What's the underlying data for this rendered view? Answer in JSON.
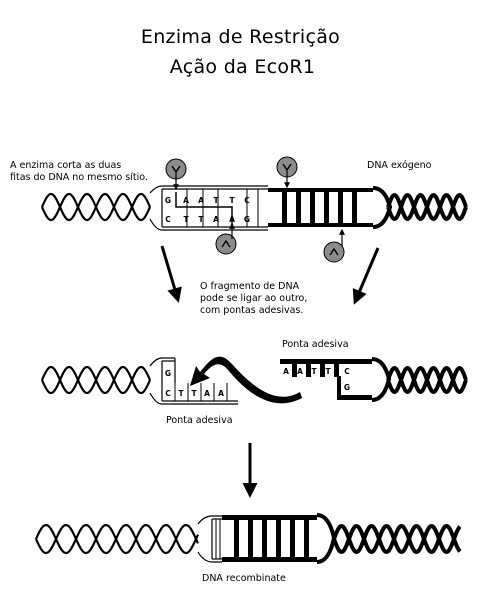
{
  "title": {
    "line1": "Enzima de Restrição",
    "line2": "Ação da EcoR1"
  },
  "captions": {
    "enzyme_cut": [
      "A enzima corta as duas",
      "fitas do DNA no mesmo sítio."
    ],
    "exogenous_dna": "DNA exógeno",
    "fragment_note": [
      "O fragmento de DNA",
      "pode se ligar ao outro,",
      "com pontas adesivas."
    ],
    "sticky_end_right": "Ponta adesiva",
    "sticky_end_left": "Ponta adesiva",
    "recombinant": "DNA recombinate"
  },
  "bases": {
    "site_top": [
      "G",
      "A",
      "A",
      "T",
      "T",
      "C"
    ],
    "site_bottom": [
      "C",
      "T",
      "T",
      "A",
      "A",
      "G"
    ],
    "left_fragment_top": [
      "G"
    ],
    "left_fragment_bottom": [
      "C",
      "T",
      "T",
      "A",
      "A"
    ],
    "right_fragment_top": [
      "A",
      "A",
      "T",
      "T",
      "C"
    ],
    "right_fragment_bottom": [
      "G"
    ]
  },
  "colors": {
    "ink": "#000000",
    "enzyme_fill": "#8c8c8c",
    "background": "#ffffff"
  },
  "icons": [
    "restriction-enzyme-icon",
    "down-arrow-icon",
    "curved-arrow-icon"
  ]
}
